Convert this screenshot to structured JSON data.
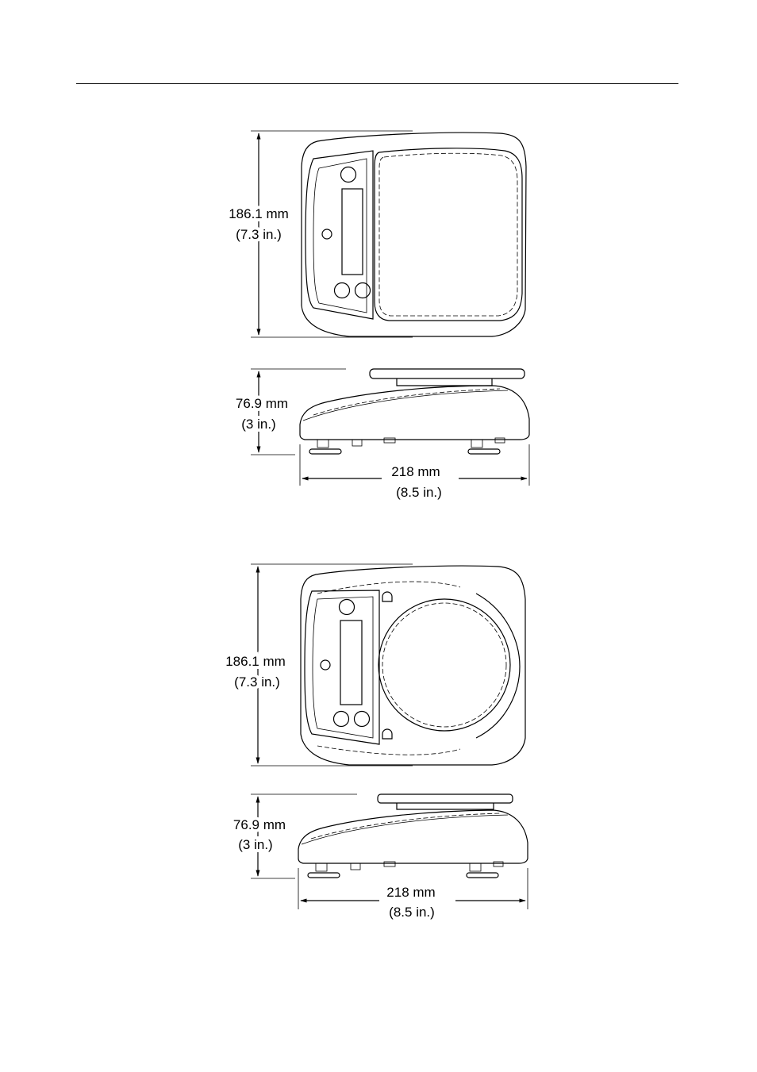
{
  "figures": [
    {
      "id": "square-platform",
      "height_dim": {
        "mm": "186.1 mm",
        "in": "(7.3 in.)"
      },
      "depth_dim": {
        "mm": "76.9 mm",
        "in": "(3 in.)"
      },
      "width_dim": {
        "mm": "218 mm",
        "in": "(8.5 in.)"
      }
    },
    {
      "id": "round-platform",
      "height_dim": {
        "mm": "186.1 mm",
        "in": "(7.3 in.)"
      },
      "depth_dim": {
        "mm": "76.9 mm",
        "in": "(3 in.)"
      },
      "width_dim": {
        "mm": "218 mm",
        "in": "(8.5 in.)"
      }
    }
  ]
}
